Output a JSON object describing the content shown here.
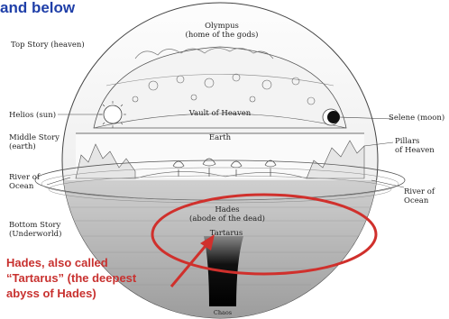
{
  "heading": "and below",
  "labels": {
    "olympus": "Olympus\n(home of the gods)",
    "top_story": "Top Story (heaven)",
    "vault": "Vault of Heaven",
    "helios": "Helios (sun)",
    "selene": "Selene (moon)",
    "middle_story": "Middle Story\n(earth)",
    "earth": "Earth",
    "pillars": "Pillars\nof Heaven",
    "river_left": "River of\nOcean",
    "river_right": "River of\nOcean",
    "hades": "Hades\n(abode of the dead)",
    "tartarus": "Tartarus",
    "bottom_story": "Bottom Story\n(Underworld)",
    "chaos": "Chaos"
  },
  "callout": {
    "text": "Hades, also called\n“Tartarus” (the deepest\nabyss of Hades)",
    "color": "#c8312f"
  },
  "colors": {
    "heading": "#1f3fa8",
    "highlight": "#d0302c",
    "ink": "#222222"
  }
}
